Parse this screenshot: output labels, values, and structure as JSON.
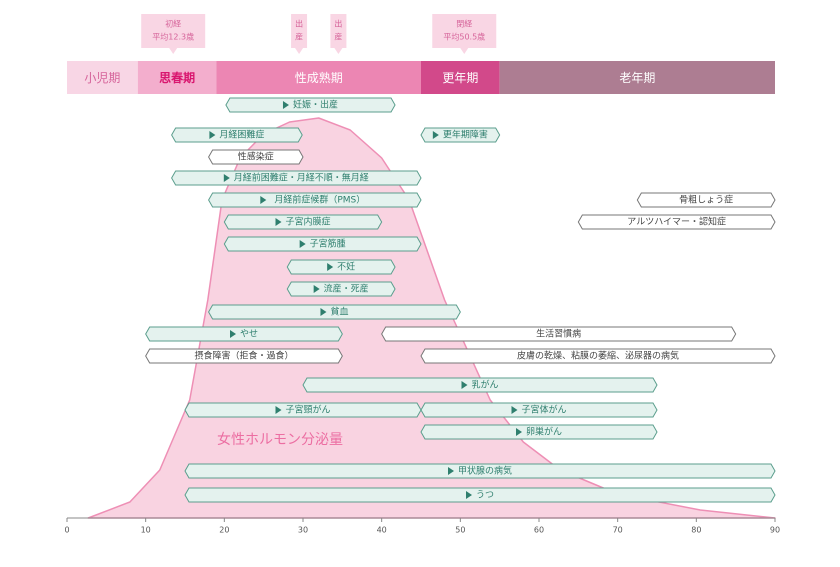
{
  "callouts": [
    {
      "text": [
        "初経",
        "平均12.3歳"
      ],
      "age": 13.5
    },
    {
      "text": [
        "出",
        "産"
      ],
      "age": 29.5
    },
    {
      "text": [
        "出",
        "産"
      ],
      "age": 34.5
    },
    {
      "text": [
        "閉経",
        "平均50.5歳"
      ],
      "age": 50.5
    }
  ],
  "stages": [
    {
      "label": "小児期",
      "from": 0,
      "to": 9,
      "fill": "#f8d6e5",
      "color": "#d6649a"
    },
    {
      "label": "思春期",
      "from": 9,
      "to": 19,
      "fill": "#f3aecd",
      "color": "#d9166f"
    },
    {
      "label": "性成熟期",
      "from": 19,
      "to": 45,
      "fill": "#ec86b3",
      "color": "#ffffff"
    },
    {
      "label": "更年期",
      "from": 45,
      "to": 55,
      "fill": "#d2498a",
      "color": "#ffffff"
    },
    {
      "label": "老年期",
      "from": 55,
      "to": 90,
      "fill": "#ad7d92",
      "color": "#ffffff"
    }
  ],
  "hormone_label": "女性ホルモン分泌量",
  "hormone_curve": [
    [
      2.7,
      0
    ],
    [
      8,
      4
    ],
    [
      11.8,
      12
    ],
    [
      15.6,
      29.5
    ],
    [
      17.9,
      54.5
    ],
    [
      19.7,
      79.5
    ],
    [
      22,
      90
    ],
    [
      25,
      96
    ],
    [
      28.3,
      99
    ],
    [
      32,
      100
    ],
    [
      36,
      97
    ],
    [
      40,
      90
    ],
    [
      43.5,
      79.5
    ],
    [
      48,
      54.5
    ],
    [
      53.8,
      29.5
    ],
    [
      58,
      19
    ],
    [
      62.7,
      12
    ],
    [
      70,
      6
    ],
    [
      80.5,
      2
    ],
    [
      90,
      0
    ]
  ],
  "bars": [
    {
      "label": "妊娠・出産",
      "from": 20.2,
      "to": 41.7,
      "row": 0,
      "type": "teal"
    },
    {
      "label": "月経困難症",
      "from": 13.3,
      "to": 29.9,
      "row": 1,
      "type": "teal"
    },
    {
      "label": "更年期障害",
      "from": 45,
      "to": 55,
      "row": 1,
      "type": "teal"
    },
    {
      "label": "性感染症",
      "from": 18,
      "to": 30,
      "row": 2,
      "type": "white"
    },
    {
      "label": "月経前困難症・月経不順・無月経",
      "from": 13.3,
      "to": 45,
      "row": 3,
      "type": "teal"
    },
    {
      "label": "月経前症候群（PMS）",
      "from": 18,
      "to": 45,
      "row": 4,
      "type": "teal"
    },
    {
      "label": "骨粗しょう症",
      "from": 72.5,
      "to": 90,
      "row": 4,
      "type": "white"
    },
    {
      "label": "子宮内膜症",
      "from": 20,
      "to": 40,
      "row": 5,
      "type": "teal"
    },
    {
      "label": "アルツハイマー・認知症",
      "from": 65,
      "to": 90,
      "row": 5,
      "type": "white"
    },
    {
      "label": "子宮筋腫",
      "from": 20,
      "to": 45,
      "row": 6,
      "type": "teal"
    },
    {
      "label": "不妊",
      "from": 28,
      "to": 41.7,
      "row": 7,
      "type": "teal"
    },
    {
      "label": "流産・死産",
      "from": 28,
      "to": 41.7,
      "row": 8,
      "type": "teal"
    },
    {
      "label": "貧血",
      "from": 18,
      "to": 50,
      "row": 9,
      "type": "teal"
    },
    {
      "label": "やせ",
      "from": 10,
      "to": 35,
      "row": 10,
      "type": "teal"
    },
    {
      "label": "生活習慣病",
      "from": 40,
      "to": 85,
      "row": 10,
      "type": "white"
    },
    {
      "label": "摂食障害（拒食・過食）",
      "from": 10,
      "to": 35,
      "row": 11,
      "type": "white"
    },
    {
      "label": "皮膚の乾燥、粘膜の萎縮、泌尿器の病気",
      "from": 45,
      "to": 90,
      "row": 11,
      "type": "white"
    },
    {
      "label": "乳がん",
      "from": 30,
      "to": 75,
      "row": 12,
      "type": "teal"
    },
    {
      "label": "子宮頸がん",
      "from": 15,
      "to": 45,
      "row": 13,
      "type": "teal"
    },
    {
      "label": "子宮体がん",
      "from": 45,
      "to": 75,
      "row": 13,
      "type": "teal"
    },
    {
      "label": "卵巣がん",
      "from": 45,
      "to": 75,
      "row": 14,
      "type": "teal"
    },
    {
      "label": "甲状腺の病気",
      "from": 15,
      "to": 90,
      "row": 15,
      "type": "teal"
    },
    {
      "label": "うつ",
      "from": 15,
      "to": 90,
      "row": 16,
      "type": "teal"
    }
  ],
  "axis": {
    "min": 0,
    "max": 90,
    "ticks": [
      0,
      10,
      20,
      30,
      40,
      50,
      60,
      70,
      80,
      90
    ]
  },
  "colors": {
    "teal_fill": "#e4f2ee",
    "teal_stroke": "#5b9e8d",
    "teal_text": "#2f7f6e",
    "white_stroke": "#777777",
    "white_text": "#444444",
    "curve_fill": "#f9d3e1",
    "curve_stroke": "#ee8fb5",
    "hormone_text": "#ec6ea2",
    "callout_fill": "#f9d6e4",
    "callout_text": "#d6649a"
  }
}
